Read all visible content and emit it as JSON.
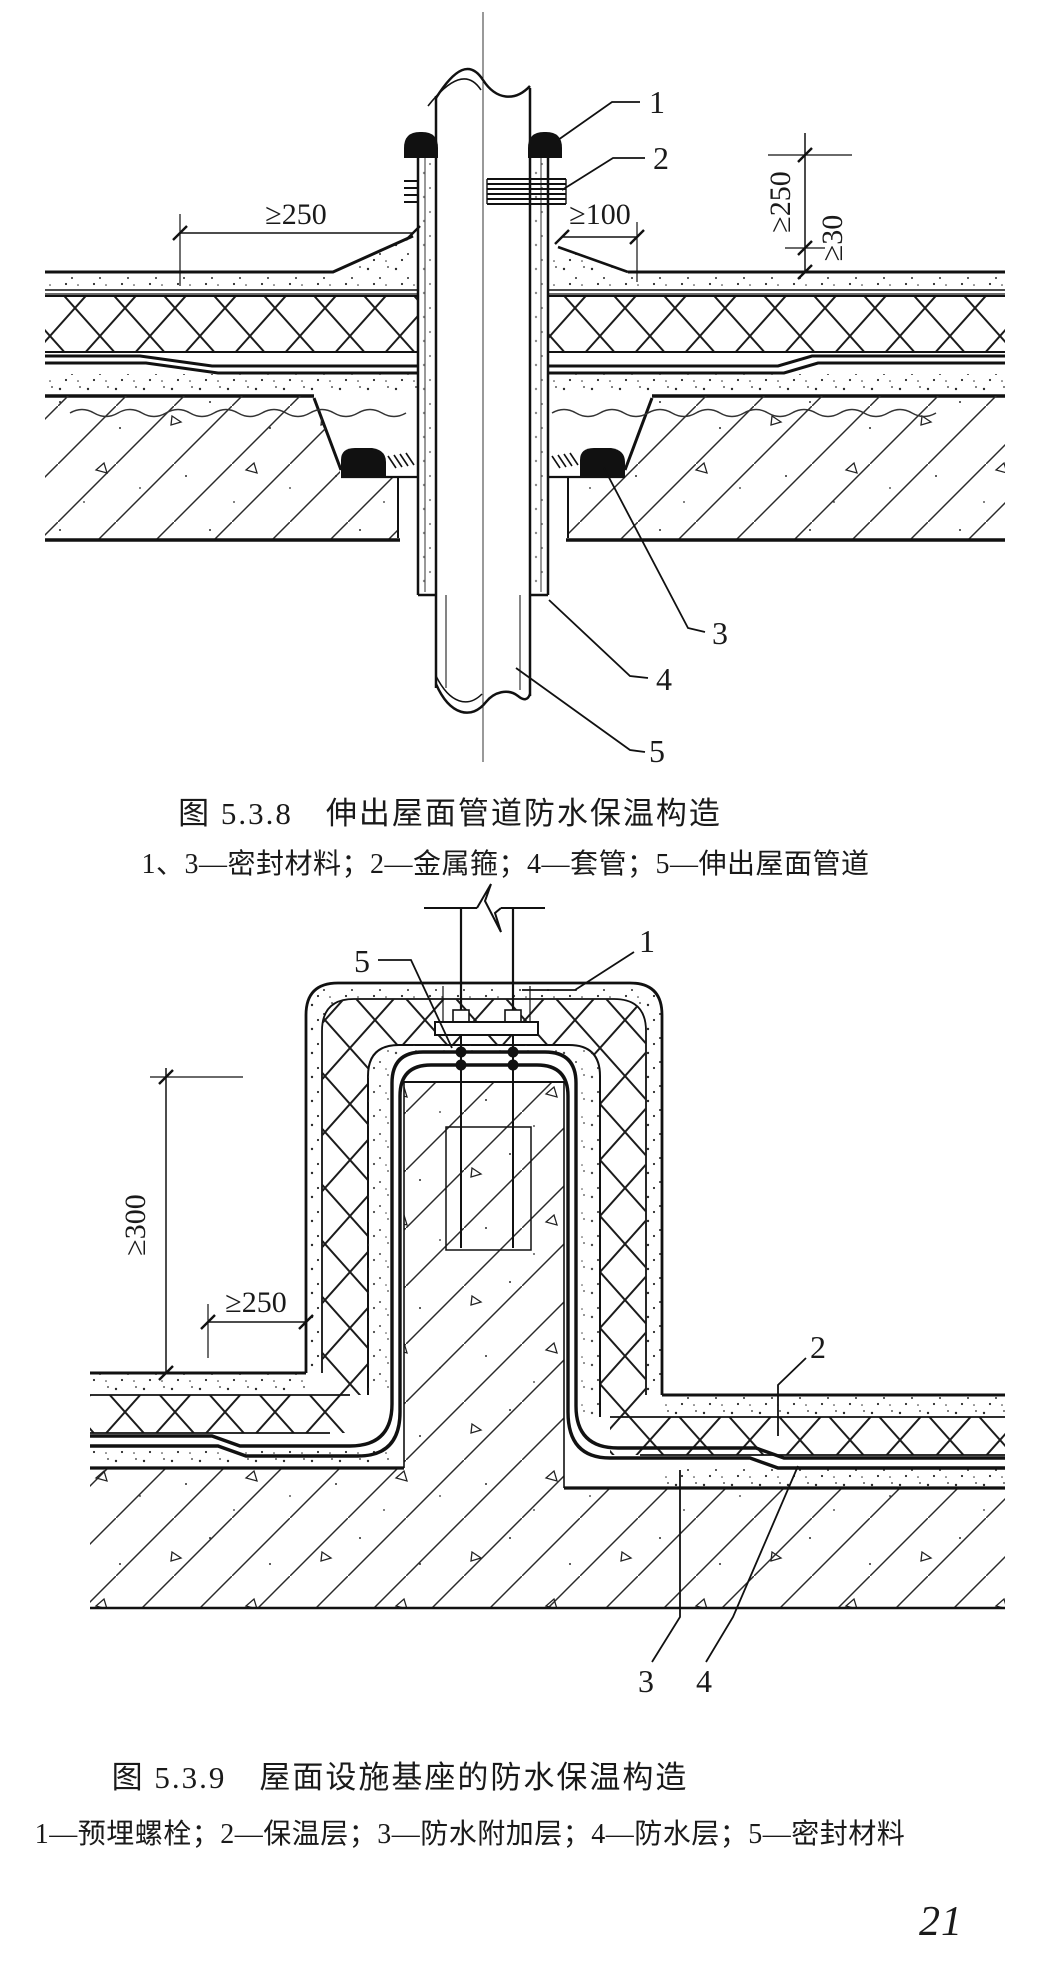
{
  "page": {
    "number": "21"
  },
  "figures": [
    {
      "id": "5.3.8",
      "caption": "图 5.3.8　伸出屋面管道防水保温构造",
      "legend": "1、3—密封材料；2—金属箍；4—套管；5—伸出屋面管道",
      "dims": {
        "left": "≥250",
        "mid": "≥100",
        "right_up": "≥250",
        "right_low": "≥30"
      },
      "callouts": {
        "c1": "1",
        "c2": "2",
        "c3": "3",
        "c4": "4",
        "c5": "5"
      }
    },
    {
      "id": "5.3.9",
      "caption": "图 5.3.9　屋面设施基座的防水保温构造",
      "legend": "1—预埋螺栓；2—保温层；3—防水附加层；4—防水层；5—密封材料",
      "dims": {
        "height": "≥300",
        "offset": "≥250"
      },
      "callouts": {
        "c1": "1",
        "c2": "2",
        "c3": "3",
        "c4": "4",
        "c5": "5"
      }
    }
  ]
}
